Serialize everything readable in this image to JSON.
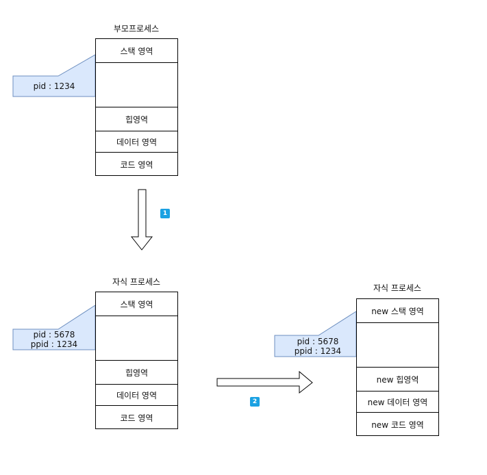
{
  "parent": {
    "title": "부모프로세스",
    "segments": [
      "스택 영역",
      "힙영역",
      "데이터 영역",
      "코드 영역"
    ],
    "pid_label": "pid : 1234"
  },
  "child": {
    "title": "자식 프로세스",
    "segments": [
      "스택 영역",
      "힙영역",
      "데이터 영역",
      "코드 영역"
    ],
    "pid_label": "pid : 5678",
    "ppid_label": "ppid : 1234"
  },
  "child_new": {
    "title": "자식 프로세스",
    "segments": [
      "new 스택 영역",
      "new 힙영역",
      "new 데이터 영역",
      "new 코드 영역"
    ],
    "pid_label": "pid : 5678",
    "ppid_label": "ppid : 1234"
  },
  "steps": [
    "1",
    "2"
  ],
  "colors": {
    "callout_fill": "#dae8fc",
    "callout_stroke": "#6c8ebf",
    "badge": "#1ba1e2"
  }
}
